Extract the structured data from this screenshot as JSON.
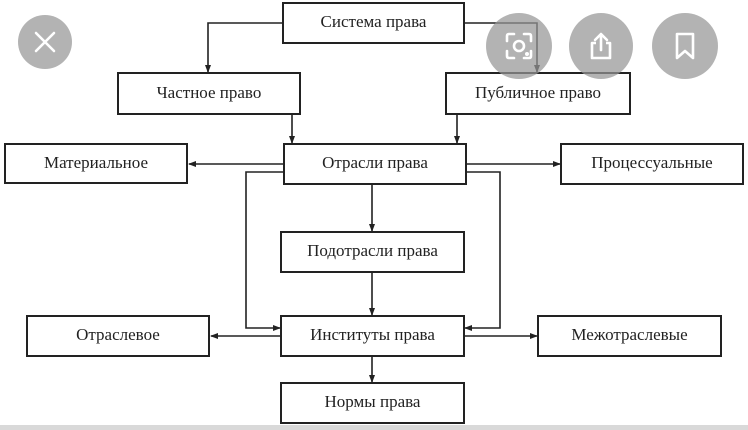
{
  "diagram": {
    "nodes": {
      "system": "Система права",
      "private": "Частное право",
      "public": "Публичное право",
      "material": "Материальное",
      "branches": "Отрасли права",
      "procedural": "Процессуальные",
      "subbranches": "Подотрасли права",
      "sectoral": "Отраслевое",
      "institutes": "Институты права",
      "intersectoral": "Межотраслевые",
      "norms": "Нормы права"
    }
  },
  "overlay": {
    "buttons": [
      {
        "icon": "close-icon"
      },
      {
        "icon": "visual-search-icon"
      },
      {
        "icon": "share-icon"
      },
      {
        "icon": "bookmark-icon"
      }
    ],
    "button_color": "#969696"
  }
}
